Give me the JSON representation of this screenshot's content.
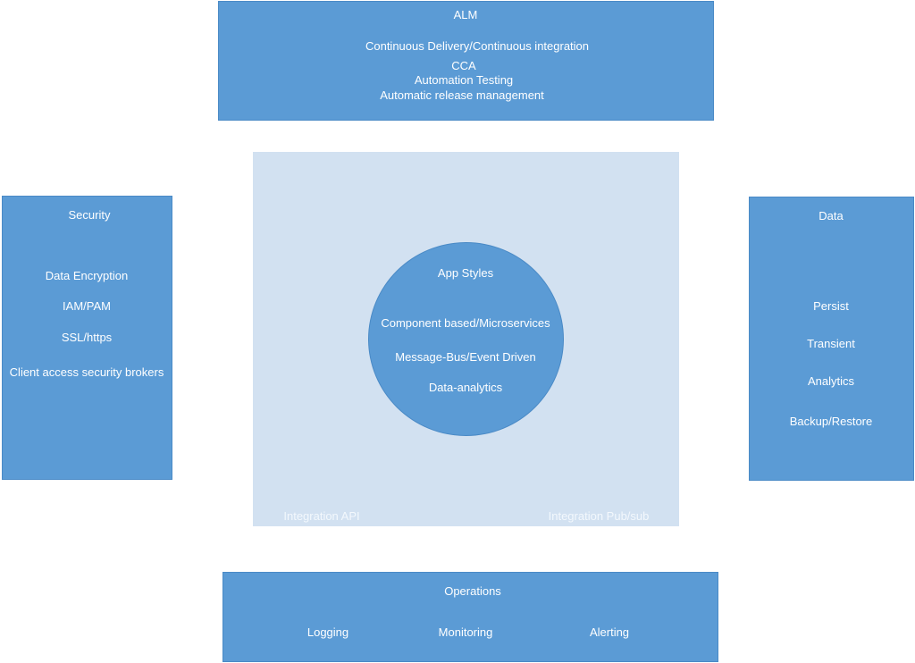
{
  "alm": {
    "title": "ALM",
    "items": [
      "Continuous Delivery/Continuous integration",
      "CCA",
      "Automation Testing",
      "Automatic release management"
    ]
  },
  "security": {
    "title": "Security",
    "items": [
      "Data Encryption",
      "IAM/PAM",
      "SSL/https",
      "Client access security brokers"
    ]
  },
  "data": {
    "title": "Data",
    "items": [
      "Persist",
      "Transient",
      "Analytics",
      "Backup/Restore"
    ]
  },
  "operations": {
    "title": "Operations",
    "items": [
      "Logging",
      "Monitoring",
      "Alerting"
    ]
  },
  "app_styles": {
    "title": "App Styles",
    "items": [
      "Component based/Microservices",
      "Message-Bus/Event Driven",
      "Data-analytics"
    ]
  },
  "integration": {
    "api_label": "Integration API",
    "pubsub_label": "Integration Pub/sub"
  },
  "colors": {
    "box_fill": "#5b9bd5",
    "center_fill": "#d2e1f1",
    "text": "#ffffff"
  }
}
